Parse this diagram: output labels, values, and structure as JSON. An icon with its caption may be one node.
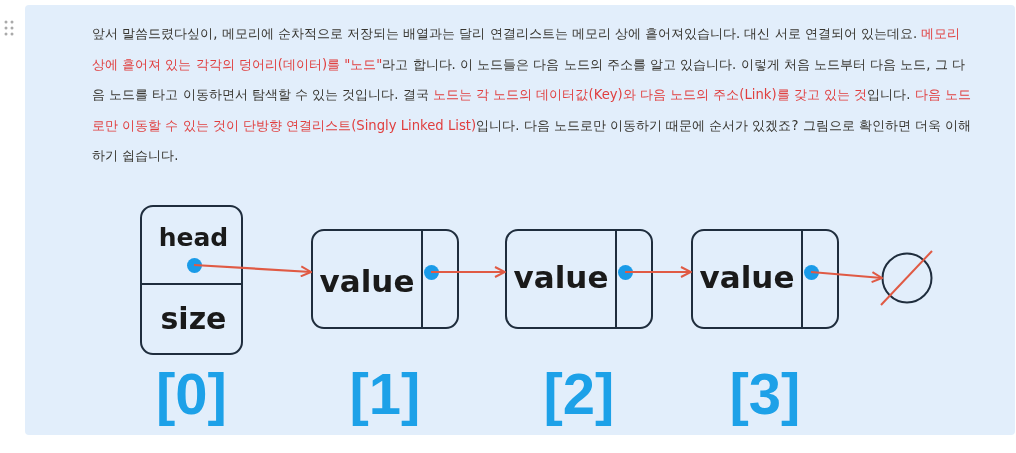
{
  "diagram": {
    "nodes": [
      {
        "text": [
          "head",
          "size"
        ],
        "beside": [
          "[0]"
        ]
      },
      {
        "text": [
          "value"
        ],
        "beside": [
          "[1]"
        ]
      },
      {
        "text": [
          "value"
        ],
        "beside": [
          "[2]"
        ]
      },
      {
        "text": [
          "value"
        ],
        "beside": [
          "[3]"
        ]
      },
      {
        "text": [],
        "shape": "circle"
      }
    ],
    "edges": [
      {
        "from": 0,
        "to": 1,
        "arrow": "to"
      },
      {
        "from": 1,
        "to": 2,
        "arrow": "to"
      },
      {
        "from": 2,
        "to": 3,
        "arrow": "to"
      },
      {
        "from": 3,
        "to": 4,
        "arrow": "to"
      }
    ],
    "labels": [
      "앞서 말씀드렸다싶이, 메모리에 순차적으로 저장되는 배열과는 달리 연결리스트는 메모리 상에 흩어져있습니다. 대신 서로 연결되어 있는데요. **메모리 상에 흩어져 있는 각각의 덩어리(데이터)를 \"노드\"**라고 합니다. 이 노드들은 다음 노드의 주소를 알고 있습니다. 이렇게 처음 노드부터 다음 노드, 그 다음 노드를 타고 이동하면서 탐색할 수 있는 것입니다. 결국 **노드는 각 노드의 데이터값(Key)와 다음 노드의 주소(Link)를 갖고 있는 것**입니다. **다음 노드로만 이동할 수 있는 것이 단방향 연결리스트(Singly Linked List)**입니다. 다음 노드로만 이동하기 때문에 순서가 있겠죠? 그림으로 확인하면 더욱 이해하기 쉽습니다."
    ]
  }
}
